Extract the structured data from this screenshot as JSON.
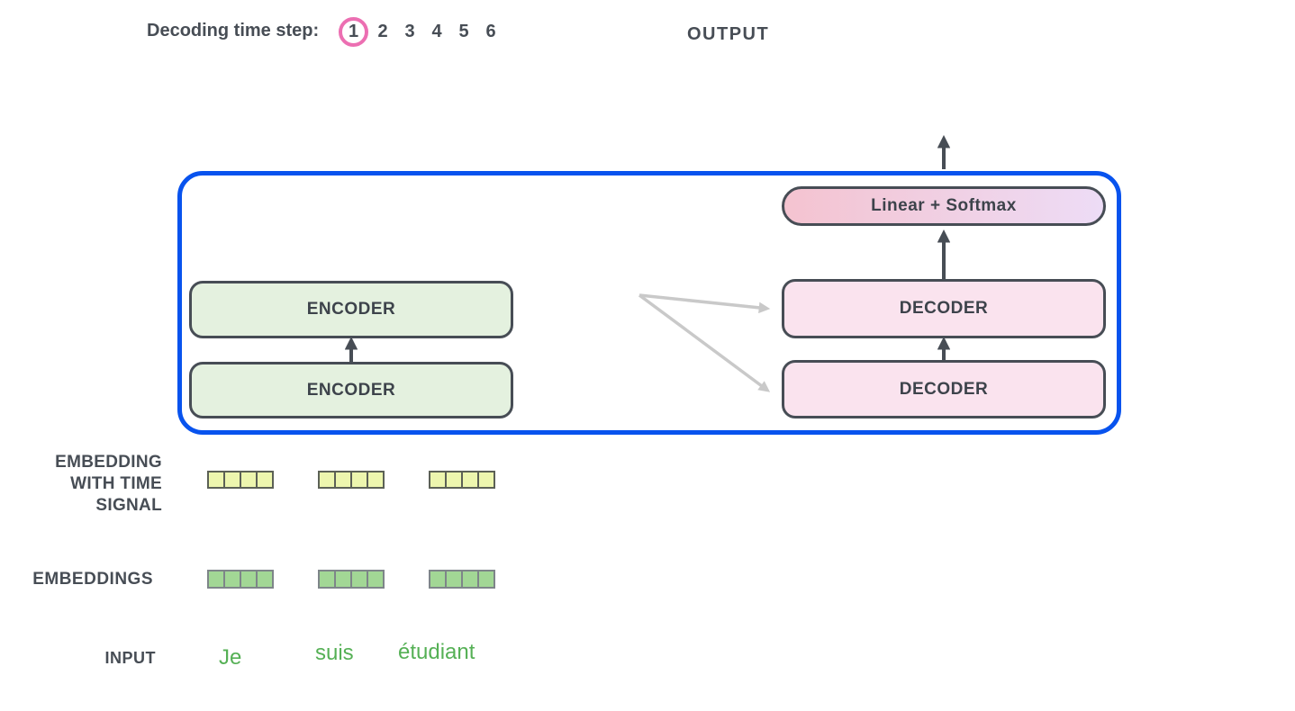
{
  "header": {
    "decoding_label": "Decoding time step:",
    "time_steps": [
      "1",
      "2",
      "3",
      "4",
      "5",
      "6"
    ],
    "selected_step": "1",
    "output_label": "OUTPUT"
  },
  "diagram": {
    "encoders": [
      "ENCODER",
      "ENCODER"
    ],
    "decoders": [
      "DECODER",
      "DECODER"
    ],
    "linear_softmax_label": "Linear + Softmax"
  },
  "rows": {
    "embedding_time_label_lines": [
      "EMBEDDING",
      "WITH TIME",
      "SIGNAL"
    ],
    "embeddings_label": "EMBEDDINGS",
    "input_label": "INPUT",
    "input_tokens": [
      "Je",
      "suis",
      "étudiant"
    ],
    "cells_per_vector": 4,
    "vector_count_per_row": 3
  },
  "colors": {
    "accent_blue": "#0853ee",
    "circle_pink": "#ec6fb2",
    "encoder_fill": "#e4f1df",
    "decoder_fill": "#fae3ee",
    "linear_left": "#f4c3d0",
    "linear_right": "#eddcf6",
    "cell_yellow": "#edf6ae",
    "cell_green": "#a2d795",
    "input_green": "#55b055",
    "text_dark": "#474d55",
    "arrow_dark": "#474d55",
    "arrow_gray": "#c9c9c9"
  }
}
